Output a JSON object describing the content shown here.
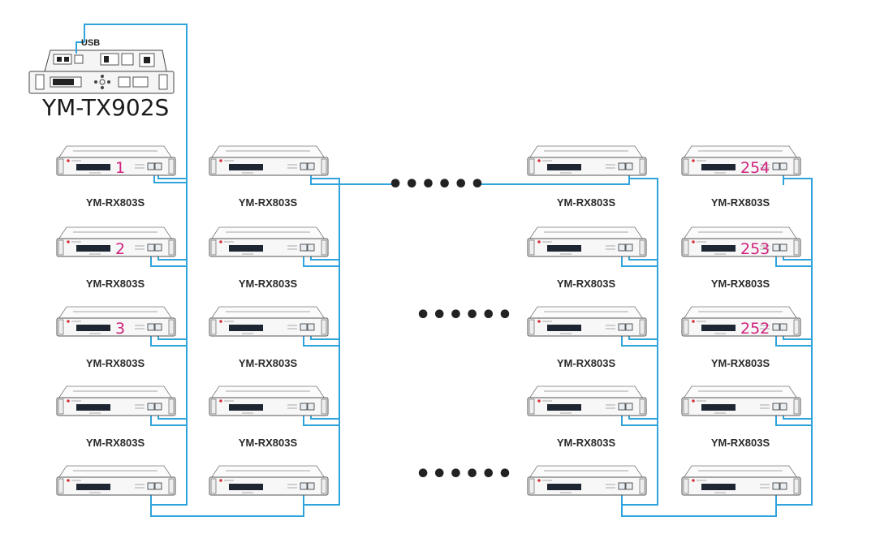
{
  "transmitter": {
    "model": "YM-TX902S",
    "port_label": "USB"
  },
  "receiver_label": "YM-RX803S",
  "receiver_numbers": {
    "col1": [
      "1",
      "2",
      "3",
      "",
      ""
    ],
    "col2": [
      "",
      "",
      "",
      "",
      ""
    ],
    "col3": [
      "",
      "",
      "",
      "",
      ""
    ],
    "col4": [
      "254",
      "253",
      "252",
      "",
      ""
    ]
  },
  "ellipsis": "••••••",
  "colors": {
    "cable": "#2fa3db",
    "number": "#d0237e",
    "status_dot": "#d6333a"
  },
  "icons": [
    "usb-cable-icon",
    "receiver-device-icon",
    "transmitter-device-icon"
  ]
}
